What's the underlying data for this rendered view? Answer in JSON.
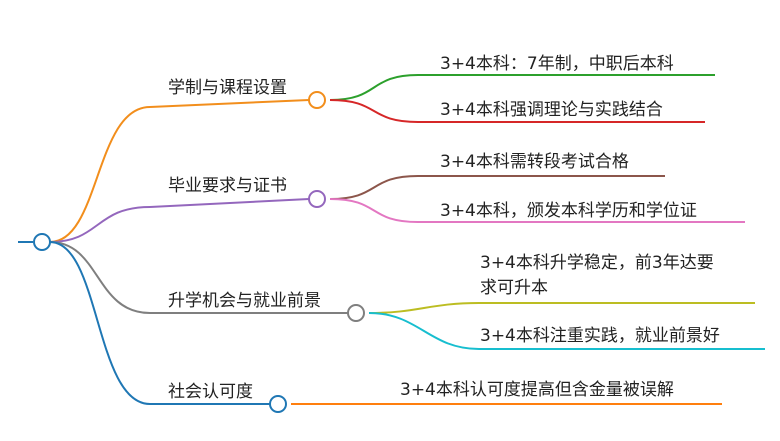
{
  "branches": [
    {
      "label": "学制与课程设置",
      "color": "#f28e1c",
      "children": [
        {
          "text": [
            "3+4本科：7年制，中职后本科"
          ],
          "color": "#2ca02c"
        },
        {
          "text": [
            "3+4本科强调理论与实践结合"
          ],
          "color": "#d62728"
        }
      ]
    },
    {
      "label": "毕业要求与证书",
      "color": "#9467bd",
      "children": [
        {
          "text": [
            "3+4本科需转段考试合格"
          ],
          "color": "#8c564b"
        },
        {
          "text": [
            "3+4本科，颁发本科学历和学位证"
          ],
          "color": "#e377c2"
        }
      ]
    },
    {
      "label": "升学机会与就业前景",
      "color": "#7f7f7f",
      "children": [
        {
          "text": [
            "3+4本科升学稳定，前3年达要",
            "求可升本"
          ],
          "color": "#bcbd22"
        },
        {
          "text": [
            "3+4本科注重实践，就业前景好"
          ],
          "color": "#17becf"
        }
      ]
    },
    {
      "label": "社会认可度",
      "color": "#1f77b4",
      "children": [
        {
          "text": [
            "3+4本科认可度提高但含金量被误解"
          ],
          "color": "#ff7f0e"
        }
      ]
    }
  ]
}
